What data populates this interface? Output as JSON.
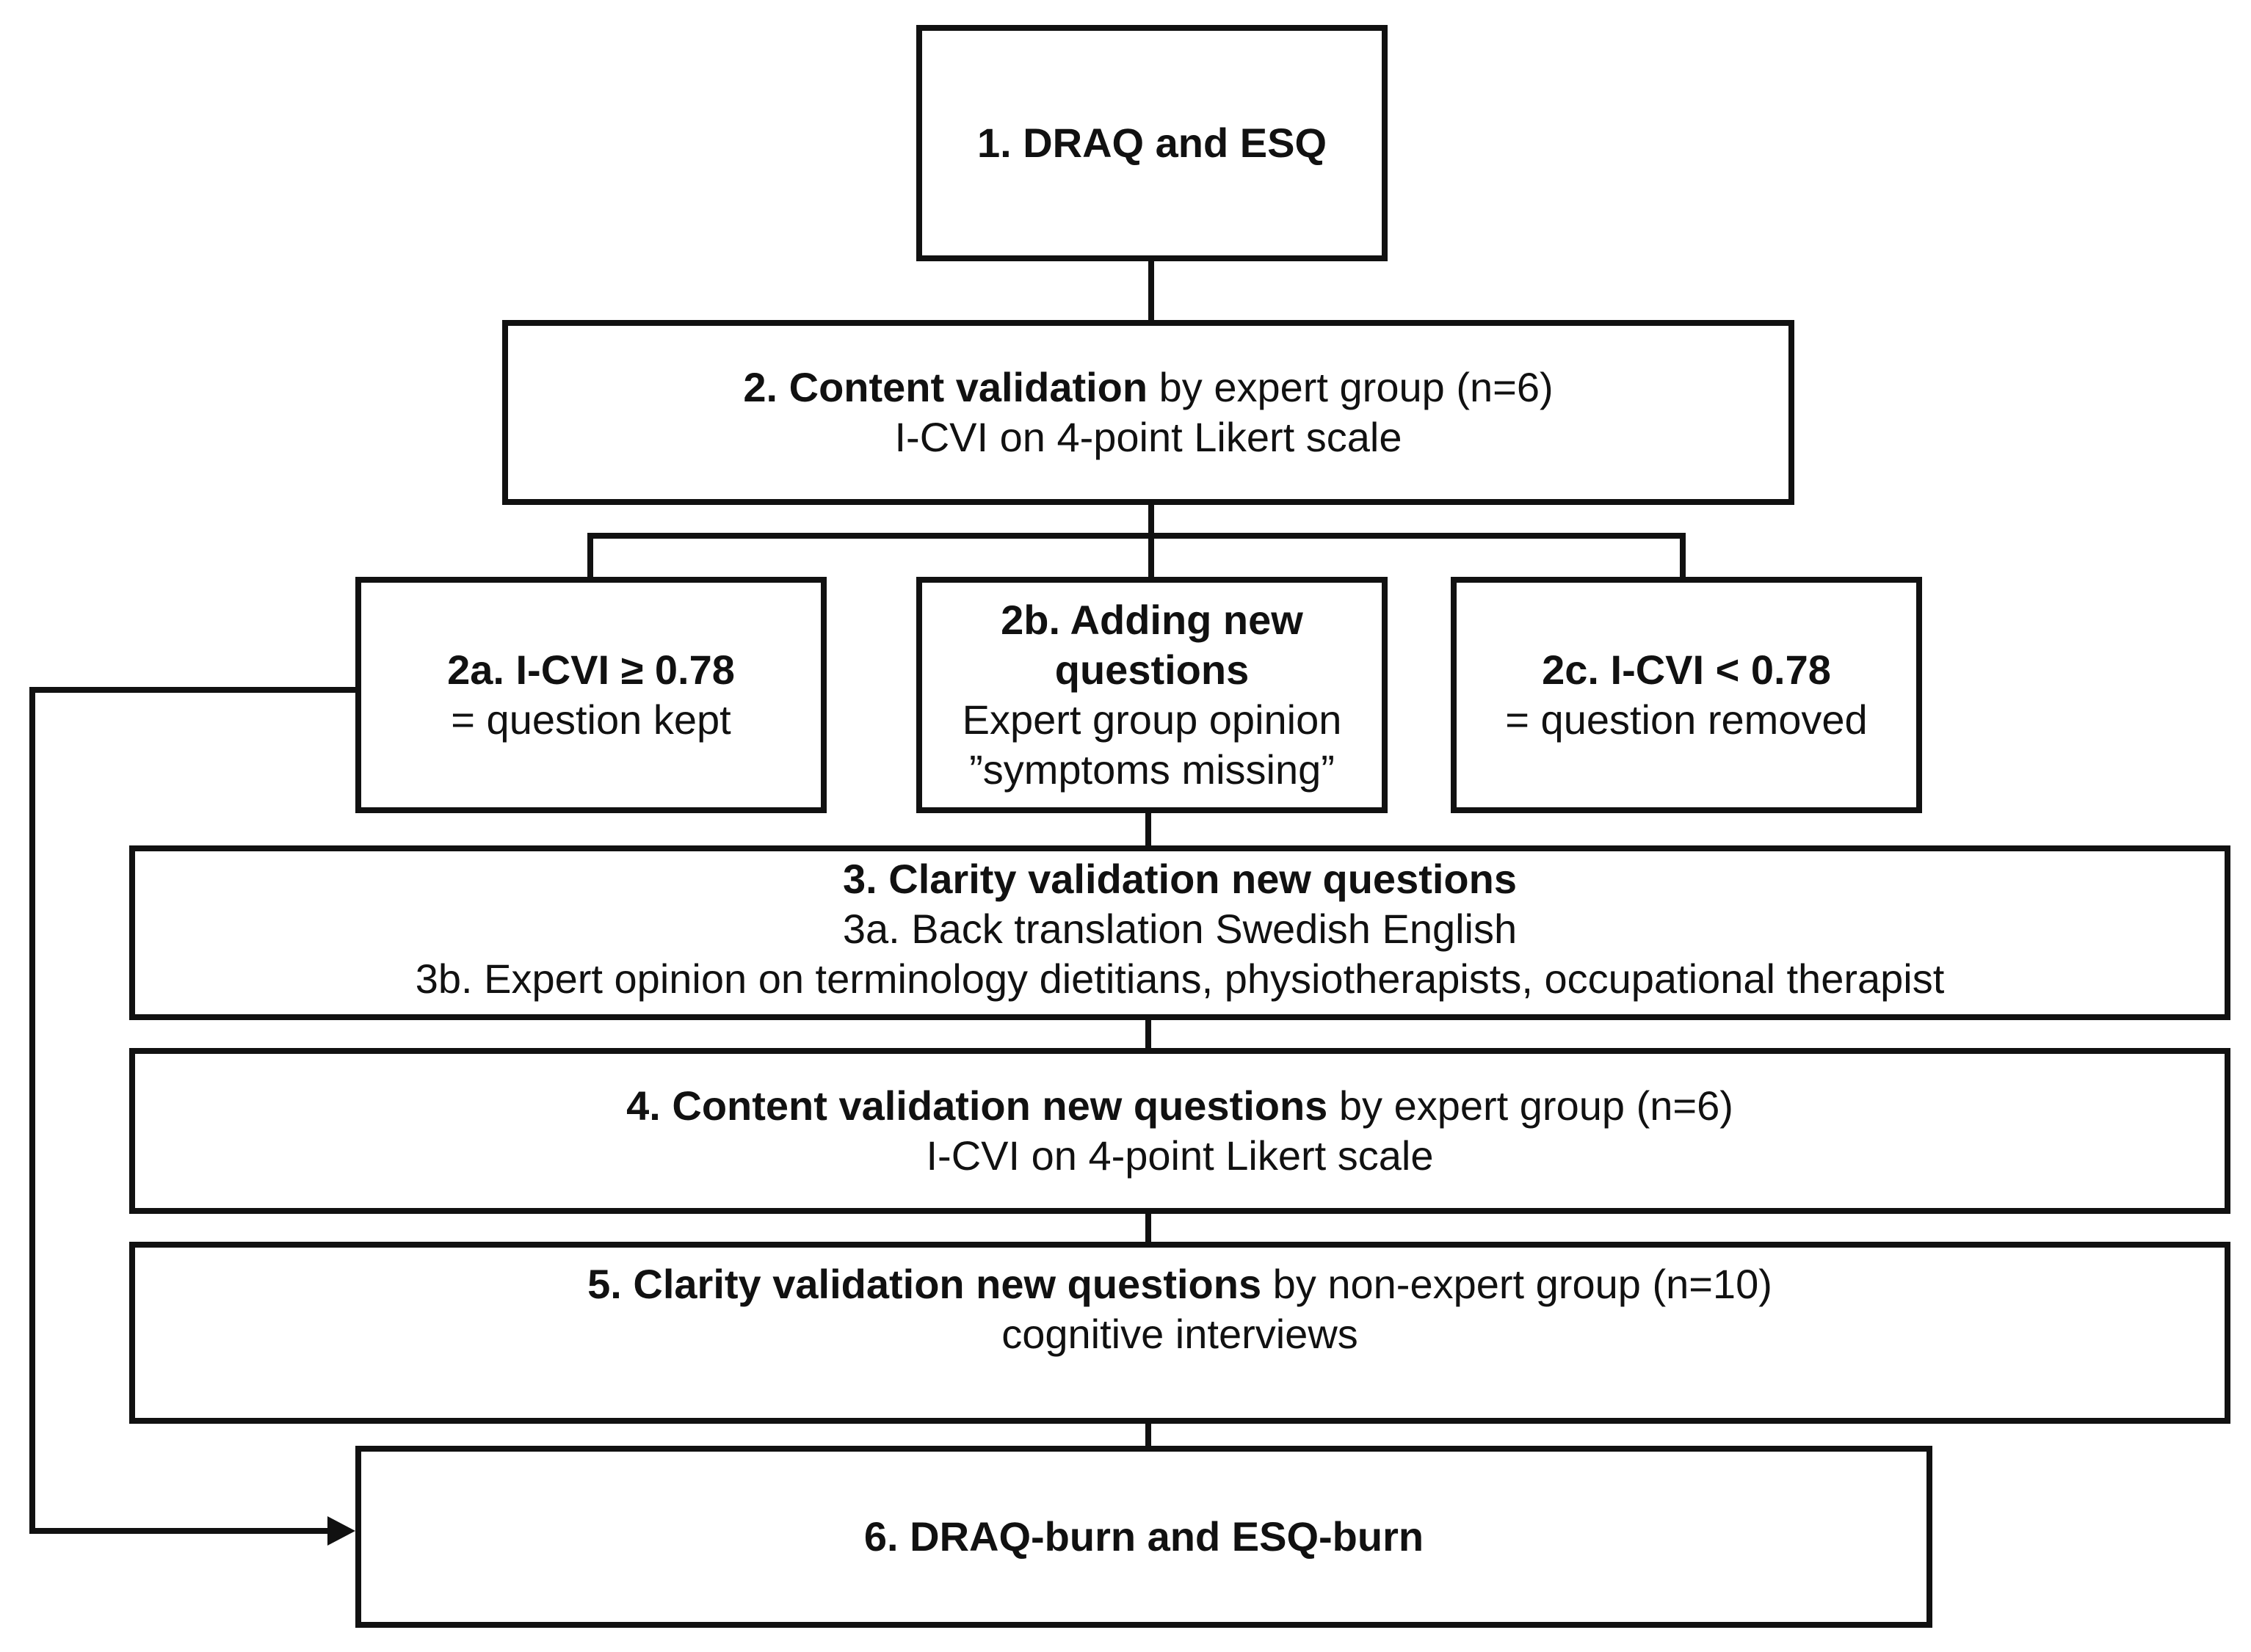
{
  "steps": {
    "s1": {
      "title": "1. DRAQ and ESQ"
    },
    "s2": {
      "title": "2. Content validation",
      "rest": " by expert group (n=6)",
      "line2": "I-CVI on 4-point Likert scale"
    },
    "s2a": {
      "title": "2a. I-CVI ≥ 0.78",
      "line2": "= question kept"
    },
    "s2b": {
      "title1": "2b. Adding new",
      "title2": "questions",
      "line3": "Expert group opinion",
      "line4": "”symptoms missing”"
    },
    "s2c": {
      "title": "2c. I-CVI < 0.78",
      "line2": "= question removed"
    },
    "s3": {
      "title": "3. Clarity validation new questions",
      "line2": "3a. Back translation Swedish English",
      "line3": "3b. Expert opinion on terminology dietitians, physiotherapists, occupational therapist"
    },
    "s4": {
      "title": "4. Content validation new questions",
      "rest": " by expert group (n=6)",
      "line2": "I-CVI on 4-point Likert scale"
    },
    "s5": {
      "title": "5. Clarity validation new questions",
      "rest": " by non-expert group (n=10)",
      "line2": "cognitive interviews"
    },
    "s6": {
      "title": "6. DRAQ-burn and ESQ-burn"
    }
  }
}
